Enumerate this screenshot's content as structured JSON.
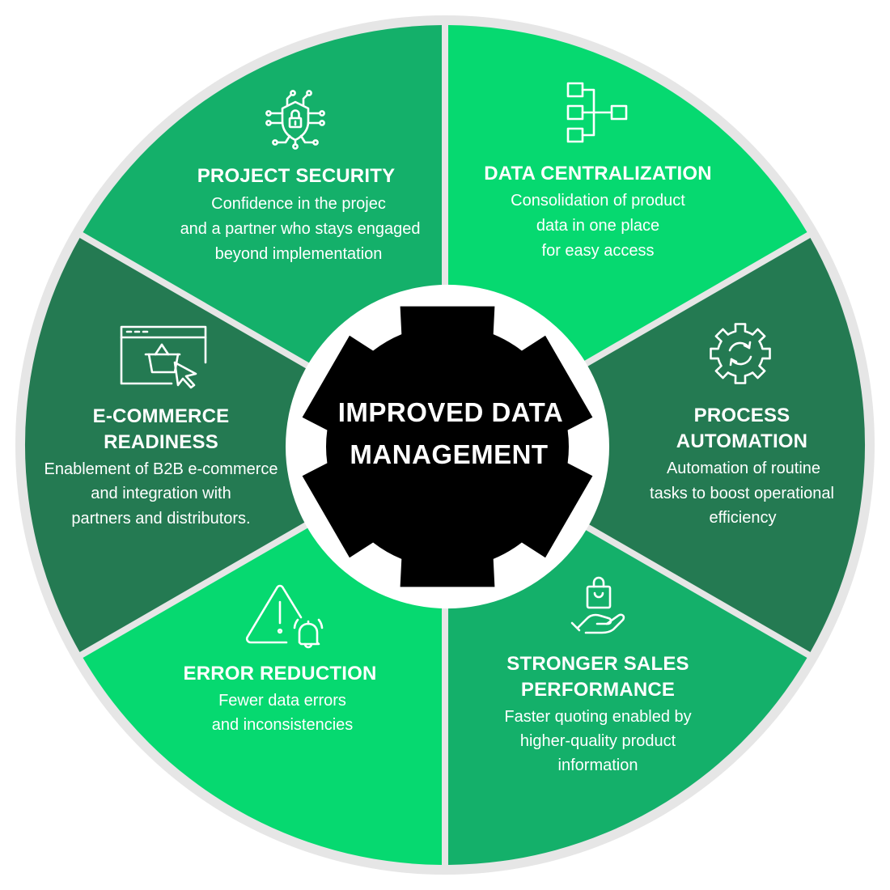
{
  "center": {
    "lines": [
      "IMPROVED DATA",
      "MANAGEMENT"
    ]
  },
  "segments": [
    {
      "id": "project-security",
      "icon": "shield-lock-circuit-icon",
      "color": "#06d970",
      "title": [
        "PROJECT SECURITY"
      ],
      "description": [
        "Confidence in the projec",
        "and a partner who stays engaged",
        "beyond implementation"
      ]
    },
    {
      "id": "data-centralization",
      "icon": "hierarchy-boxes-icon",
      "color": "#247a52",
      "title": [
        "DATA CENTRALIZATION"
      ],
      "description": [
        "Consolidation of product",
        "data in one place",
        "for easy access"
      ]
    },
    {
      "id": "process-automation",
      "icon": "gear-sync-icon",
      "color": "#14b06a",
      "title": [
        "PROCESS",
        "AUTOMATION"
      ],
      "description": [
        "Automation of routine",
        "tasks to boost operational",
        "efficiency"
      ]
    },
    {
      "id": "stronger-sales-performance",
      "icon": "hand-shopping-bag-icon",
      "color": "#06d970",
      "title": [
        "STRONGER SALES",
        "PERFORMANCE"
      ],
      "description": [
        "Faster quoting enabled by",
        "higher-quality product",
        "information"
      ]
    },
    {
      "id": "error-reduction",
      "icon": "warning-bell-icon",
      "color": "#247a52",
      "title": [
        "ERROR REDUCTION"
      ],
      "description": [
        "Fewer data errors",
        "and inconsistencies"
      ]
    },
    {
      "id": "e-commerce-readiness",
      "icon": "browser-basket-cursor-icon",
      "color": "#14b06a",
      "title": [
        "E-COMMERCE",
        "READINESS"
      ],
      "description": [
        "Enablement of B2B e-commerce",
        "and integration with",
        "partners and distributors."
      ]
    }
  ]
}
